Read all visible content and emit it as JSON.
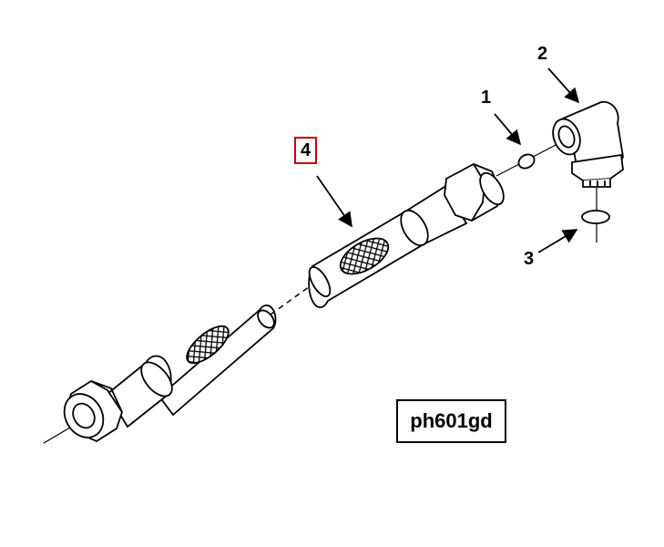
{
  "callouts": {
    "item1": "1",
    "item2": "2",
    "item3": "3",
    "item4": "4"
  },
  "drawing_id": "ph601gd",
  "highlight_color": "#cc0000",
  "parts": [
    {
      "callout": "1",
      "icon": "o-ring-icon"
    },
    {
      "callout": "2",
      "icon": "elbow-fitting-icon"
    },
    {
      "callout": "3",
      "icon": "o-ring-icon"
    },
    {
      "callout": "4",
      "icon": "hose-assembly-icon",
      "selected": true
    }
  ]
}
